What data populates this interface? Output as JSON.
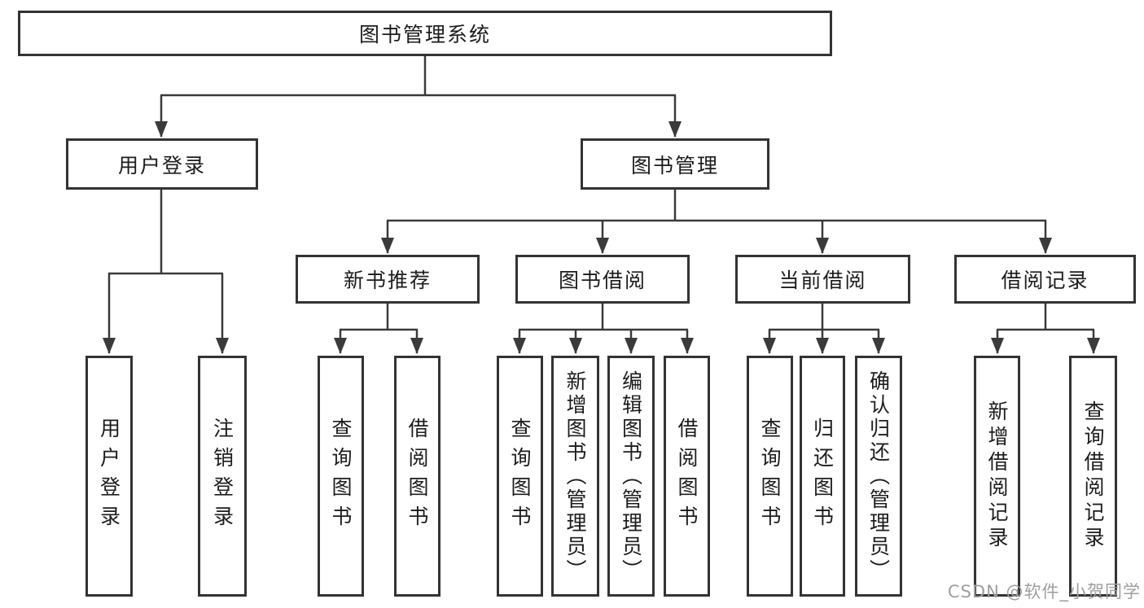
{
  "diagram": {
    "title_node": "图书管理系统",
    "root": {
      "label": "图书管理系统",
      "children": [
        {
          "label": "用户登录",
          "children": [
            {
              "label": "用户登录"
            },
            {
              "label": "注销登录"
            }
          ]
        },
        {
          "label": "图书管理",
          "children": [
            {
              "label": "新书推荐",
              "children": [
                {
                  "label": "查询图书"
                },
                {
                  "label": "借阅图书"
                }
              ]
            },
            {
              "label": "图书借阅",
              "children": [
                {
                  "label": "查询图书"
                },
                {
                  "label": "新增图书（管理员）"
                },
                {
                  "label": "编辑图书（管理员）"
                },
                {
                  "label": "借阅图书"
                }
              ]
            },
            {
              "label": "当前借阅",
              "children": [
                {
                  "label": "查询图书"
                },
                {
                  "label": "归还图书"
                },
                {
                  "label": "确认归还（管理员）"
                }
              ]
            },
            {
              "label": "借阅记录",
              "children": [
                {
                  "label": "新增借阅记录"
                },
                {
                  "label": "查询借阅记录"
                }
              ]
            }
          ]
        }
      ]
    },
    "colors": {
      "line": "#3a3a3a",
      "border": "#333333",
      "text": "#1c1c1c",
      "background": "#ffffff"
    }
  },
  "watermark": {
    "text": "CSDN @软件_小贺同学",
    "color": "#9e9e9e"
  }
}
